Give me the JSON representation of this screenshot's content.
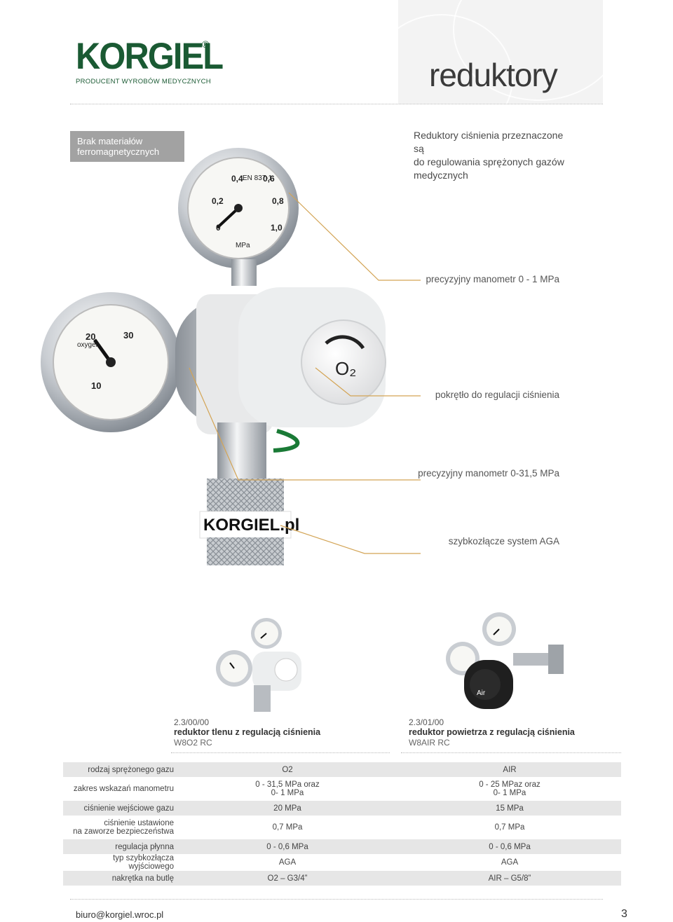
{
  "brand": {
    "name": "KORGIEL",
    "registered": "®",
    "tagline": "PRODUCENT WYROBÓW MEDYCZNYCH"
  },
  "page_title": "reduktory",
  "badge": {
    "line1": "Brak materiałów",
    "line2": "ferromagnetycznych"
  },
  "intro": {
    "line1": "Reduktory ciśnienia przeznaczone są",
    "line2": "do regulowania sprężonych gazów",
    "line3": "medycznych"
  },
  "callouts": {
    "manometer_1mpa": "precyzyjny manometr 0 - 1 MPa",
    "knob": "pokrętło do regulacji ciśnienia",
    "manometer_31mpa": "precyzyjny manometr 0-31,5 MPa",
    "coupler": "szybkozłącze system AGA"
  },
  "photo_labels": {
    "gauge_small_unit": "MPa",
    "gauge_small_std": "EN 837-1",
    "gauge_large_gas": "oxygen",
    "knob_symbol": "O₂",
    "coupler_text": "KORGIEL.pl",
    "thumb2_label": "Air"
  },
  "products": [
    {
      "code": "2.3/00/00",
      "name": "reduktor tlenu z regulacją ciśnienia",
      "model": "W8O2 RC"
    },
    {
      "code": "2.3/01/00",
      "name": "reduktor powietrza z regulacją ciśnienia",
      "model": "W8AIR RC"
    }
  ],
  "specs": [
    {
      "label": "rodzaj sprężonego gazu",
      "v1": "O2",
      "v2": "AIR"
    },
    {
      "label": "zakres wskazań manometru",
      "v1a": "0 - 31,5 MPa oraz",
      "v1b": "0- 1 MPa",
      "v2a": "0 - 25 MPaz oraz",
      "v2b": "0- 1 MPa"
    },
    {
      "label": "ciśnienie wejściowe gazu",
      "v1": "20 MPa",
      "v2": "15 MPa"
    },
    {
      "labela": "ciśnienie ustawione",
      "labelb": "na zaworze bezpieczeństwa",
      "v1": "0,7 MPa",
      "v2": "0,7 MPa"
    },
    {
      "label": "regulacja płynna",
      "v1": "0 - 0,6 MPa",
      "v2": "0 - 0,6 MPa"
    },
    {
      "label": "typ szybkozłącza wyjściowego",
      "v1": "AGA",
      "v2": "AGA"
    },
    {
      "label": "nakrętka na butlę",
      "v1": "O2 – G3/4”",
      "v2": "AIR – G5/8”"
    }
  ],
  "footer": {
    "email": "biuro@korgiel.wroc.pl",
    "page": "3"
  }
}
